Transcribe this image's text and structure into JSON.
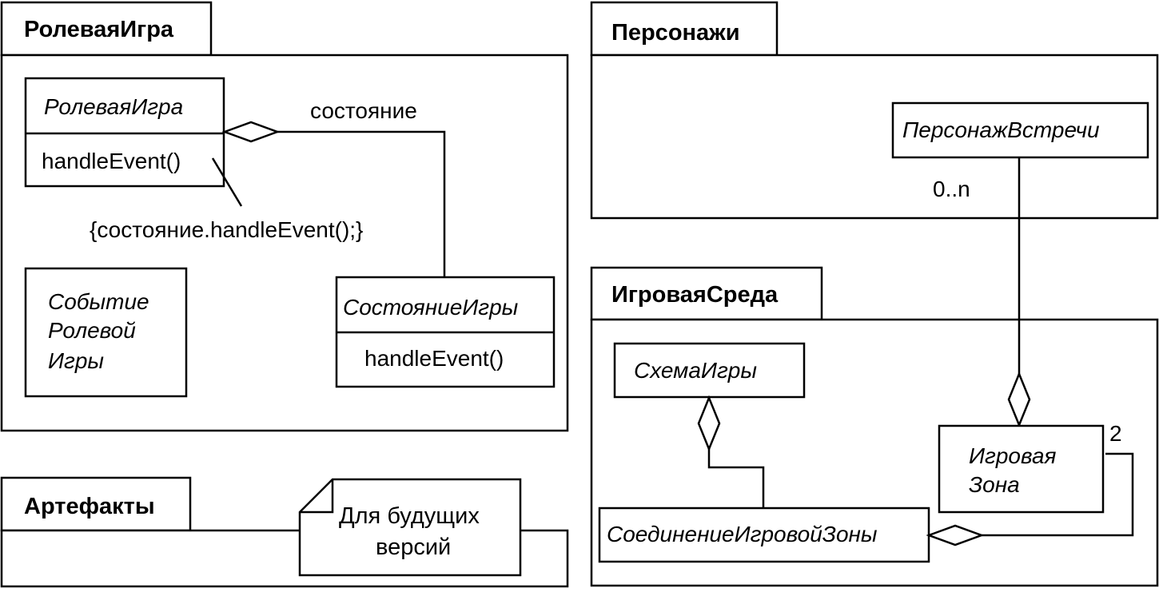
{
  "packages": {
    "roleplay": {
      "title": "РолеваяИгра"
    },
    "characters": {
      "title": "Персонажи"
    },
    "environment": {
      "title": "ИгроваяСреда"
    },
    "artifacts": {
      "title": "Артефакты"
    }
  },
  "classes": {
    "roleplay_game": {
      "name": "РолеваяИгра",
      "operation": "handleEvent()"
    },
    "roleplay_event": {
      "name_lines": [
        "Событие",
        "Ролевой",
        "Игры"
      ]
    },
    "game_state": {
      "name": "СостояниеИгры",
      "operation": "handleEvent()"
    },
    "encounter_character": {
      "name": "ПерсонажВстречи"
    },
    "game_layout": {
      "name": "СхемаИгры"
    },
    "game_zone": {
      "name_lines": [
        "Игровая",
        "Зона"
      ]
    },
    "zone_connection": {
      "name": "СоединениеИгровойЗоны"
    }
  },
  "labels": {
    "state_role": "состояние",
    "code_note": "{состояние.handleEvent();}",
    "multiplicity_characters": "0..n",
    "multiplicity_zone": "2"
  },
  "note": {
    "lines": [
      "Для будущих",
      "версий"
    ]
  }
}
